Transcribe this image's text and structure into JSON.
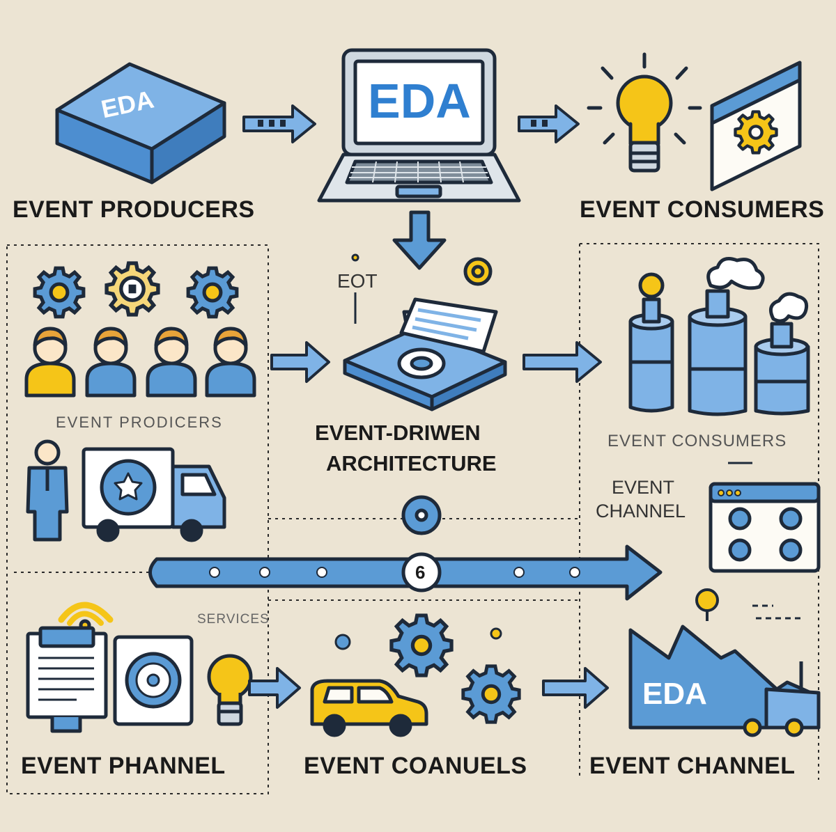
{
  "colors": {
    "background": "#ece4d3",
    "blue": "#5b9bd5",
    "yellow": "#f5c518",
    "outline": "#1e2a3a"
  },
  "top": {
    "producer_box_text": "EDA",
    "laptop_screen_text": "EDA",
    "producers_label": "EVENT PRODUCERS",
    "consumers_label": "EVENT CONSUMERS"
  },
  "middle": {
    "iot_text": "EOT",
    "producers_thin_label": "EVENT PRODICERS",
    "architecture_label_line1": "EVENT-DRIWEN",
    "architecture_label_line2": "ARCHITECTURE",
    "consumers_thin_label": "EVENT CONSUMERS",
    "channel_label_line1": "EVENT",
    "channel_label_line2": "CHANNEL",
    "channel_badge_text": "6"
  },
  "bottom": {
    "services_label": "SERVICES",
    "factory_text": "EDA",
    "label_left": "EVENT PHANNEL",
    "label_center": "EVENT COANUELS",
    "label_right": "EVENT CHANNEL"
  },
  "icons": [
    "arrow-right-icon",
    "arrow-down-icon",
    "lightbulb-icon",
    "gear-icon",
    "person-icon",
    "truck-icon",
    "database-cylinder-icon",
    "window-panel-icon",
    "document-icon",
    "wifi-signal-icon",
    "car-icon",
    "factory-icon",
    "coin-icon"
  ]
}
